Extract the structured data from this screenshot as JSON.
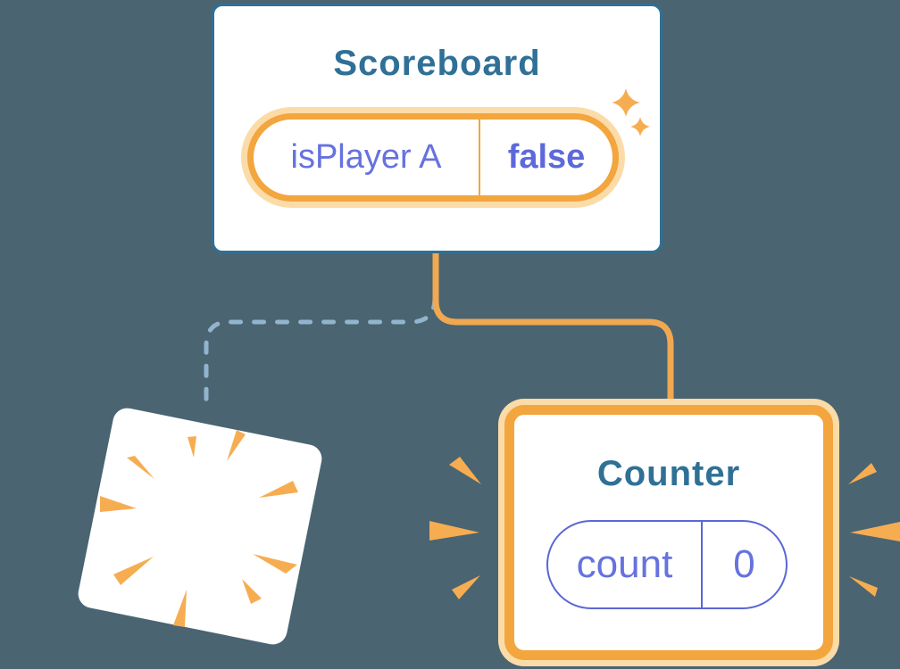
{
  "scoreboard_card": {
    "title": "Scoreboard",
    "state_pill": {
      "name": "isPlayer A",
      "value": "false"
    }
  },
  "counter_card": {
    "title": "Counter",
    "state_pill": {
      "name": "count",
      "value": "0"
    }
  },
  "icons": {
    "sparkles": "sparkle-icon",
    "emphasis_bursts": "burst-lines-icon",
    "destroyed_component": "poof-burst-icon"
  },
  "colors": {
    "background": "#4A6471",
    "card_bg": "#FFFFFF",
    "teal": "#2F7096",
    "orange": "#F3A53E",
    "orange_halo": "#FBDCA8",
    "orange_line": "#F0A851",
    "burst": "#F6AD52",
    "purple_text": "#6672DF",
    "purple_value": "#5D69DB",
    "purple_border": "#5A67D4",
    "dashed_line": "#92B4CD"
  }
}
